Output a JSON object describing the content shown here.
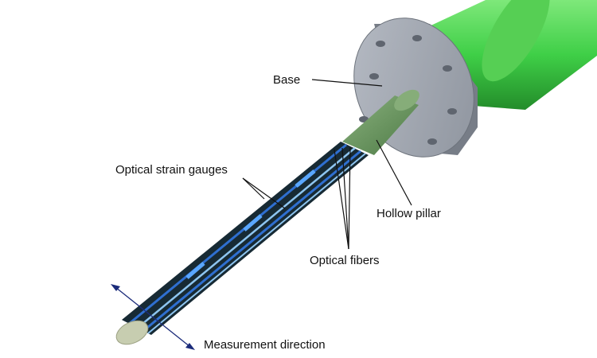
{
  "labels": {
    "base": "Base",
    "optical_strain_gauges": "Optical strain gauges",
    "hollow_pillar": "Hollow pillar",
    "optical_fibers": "Optical fibers",
    "measurement_direction": "Measurement direction"
  },
  "colors": {
    "background": "#ffffff",
    "green_body": "#4fd44f",
    "flange_gray": "#9aa0aa",
    "pillar_green": "#6f9c64",
    "probe_dark": "#1a2f3a",
    "strain_gauge_blue": "#2f6fd0",
    "fiber_light_blue": "#8ec5f0",
    "tip_cap": "#c7cdb0",
    "leader_line": "#111111"
  }
}
